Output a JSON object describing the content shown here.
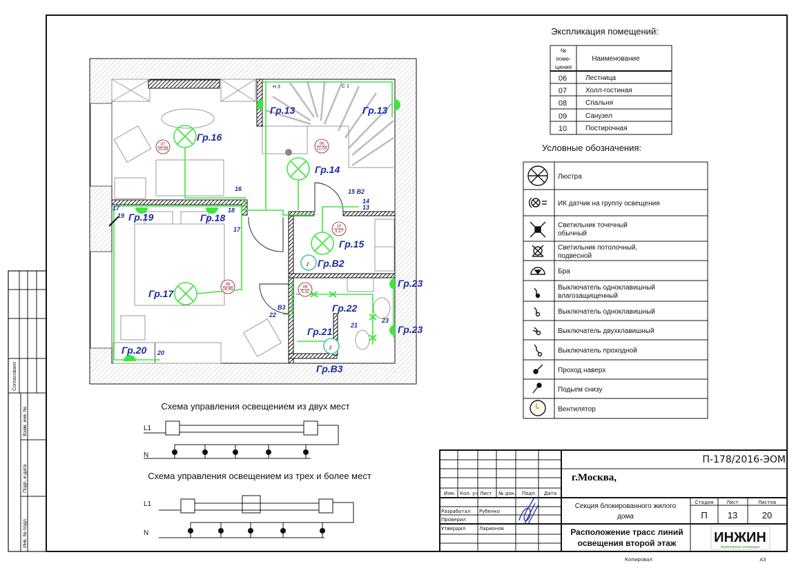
{
  "explication": {
    "title": "Экспликация помещений:",
    "header_no": [
      "№",
      "поме-",
      "щения"
    ],
    "header_name": "Наименование",
    "rows": [
      {
        "no": "06",
        "name": "Лестница"
      },
      {
        "no": "07",
        "name": "Холл-гостиная"
      },
      {
        "no": "08",
        "name": "Спальня"
      },
      {
        "no": "09",
        "name": "Санузел"
      },
      {
        "no": "10",
        "name": "Постирочная"
      }
    ]
  },
  "legend": {
    "title": "Условные обозначения:",
    "items": [
      {
        "icon": "chandelier-icon",
        "label": [
          "Люстра"
        ]
      },
      {
        "icon": "ir-sensor-icon",
        "label": [
          "ИК датчик на группу освещения"
        ]
      },
      {
        "icon": "spotlight-icon",
        "label": [
          "Светильник точечный",
          "обычный"
        ]
      },
      {
        "icon": "ceiling-lamp-icon",
        "label": [
          "Светильник потолочный,",
          "подвесной"
        ]
      },
      {
        "icon": "sconce-icon",
        "label": [
          "Бра"
        ]
      },
      {
        "icon": "switch-waterproof-icon",
        "label": [
          "Выключатель одноклавишный",
          "влагозащищенный"
        ]
      },
      {
        "icon": "switch-single-icon",
        "label": [
          "Выключатель одноклавишный"
        ]
      },
      {
        "icon": "switch-double-icon",
        "label": [
          "Выключатель двухклавишный"
        ]
      },
      {
        "icon": "switch-passthrough-icon",
        "label": [
          "Выключатель проходной"
        ]
      },
      {
        "icon": "pass-up-icon",
        "label": [
          "Проход наверх"
        ]
      },
      {
        "icon": "rise-from-below-icon",
        "label": [
          "Подьем снизу"
        ]
      },
      {
        "icon": "fan-icon",
        "label": [
          "Вентилятор"
        ]
      }
    ]
  },
  "plan": {
    "groups": [
      "Гр.16",
      "Гр.13",
      "Гр.13",
      "Гр.14",
      "Гр.19",
      "Гр.18",
      "Гр.15",
      "Гр.В2",
      "Гр.17",
      "Гр.22",
      "Гр.23",
      "Гр.23",
      "Гр.21",
      "Гр.20",
      "Гр.В3"
    ],
    "marks": [
      "16",
      "18",
      "17",
      "19",
      "17",
      "15 В2",
      "14",
      "13",
      "В3",
      "22",
      "21",
      "23",
      "20"
    ],
    "rooms": [
      {
        "no": "07",
        "area": "10,43"
      },
      {
        "no": "06",
        "area": "11,03"
      },
      {
        "no": "10",
        "area": "3,27"
      },
      {
        "no": "08",
        "area": "16,65"
      },
      {
        "no": "09",
        "area": "5,11"
      }
    ],
    "stair_labels": [
      "Н 3",
      "С 1"
    ],
    "colors": {
      "wiring": "#3ee63e",
      "labels": "#1a2aa0",
      "room_tag": "#8a1010"
    }
  },
  "schemes": {
    "two_places": {
      "title": "Схема управления освещением из двух мест",
      "l": "L1",
      "n": "N"
    },
    "three_places": {
      "title": "Схема управления освещением из трех и более мест",
      "l": "L1",
      "n": "N"
    }
  },
  "side_stamp": {
    "agreed": "Согласовано",
    "labels": [
      "Взам. инв. №",
      "Подп. и дата",
      "Инв. № подл."
    ]
  },
  "title_block": {
    "code": "П-178/2016-ЭОМ",
    "city": "г.Москва,",
    "object": [
      "Секция блокированного жилого",
      "дома"
    ],
    "sheet_title": [
      "Расположение трасс линий",
      "освещения второй этаж"
    ],
    "col_headers": [
      "Изм.",
      "Кол. уч",
      "Лист",
      "№ док.",
      "Подп.",
      "Дата"
    ],
    "roles": [
      {
        "role": "Разработал",
        "name": "Рубенко"
      },
      {
        "role": "Проверил",
        "name": ""
      },
      {
        "role": "Утвердил",
        "name": "Ларионов"
      }
    ],
    "stage_label": "Стадия",
    "sheet_label": "Лист",
    "sheets_label": "Листов",
    "stage": "П",
    "sheet": "13",
    "sheets": "20",
    "logo": "ИНЖИН",
    "logo_sub": "Инженерные инновации",
    "copied": "Копировал",
    "format": "А3"
  }
}
